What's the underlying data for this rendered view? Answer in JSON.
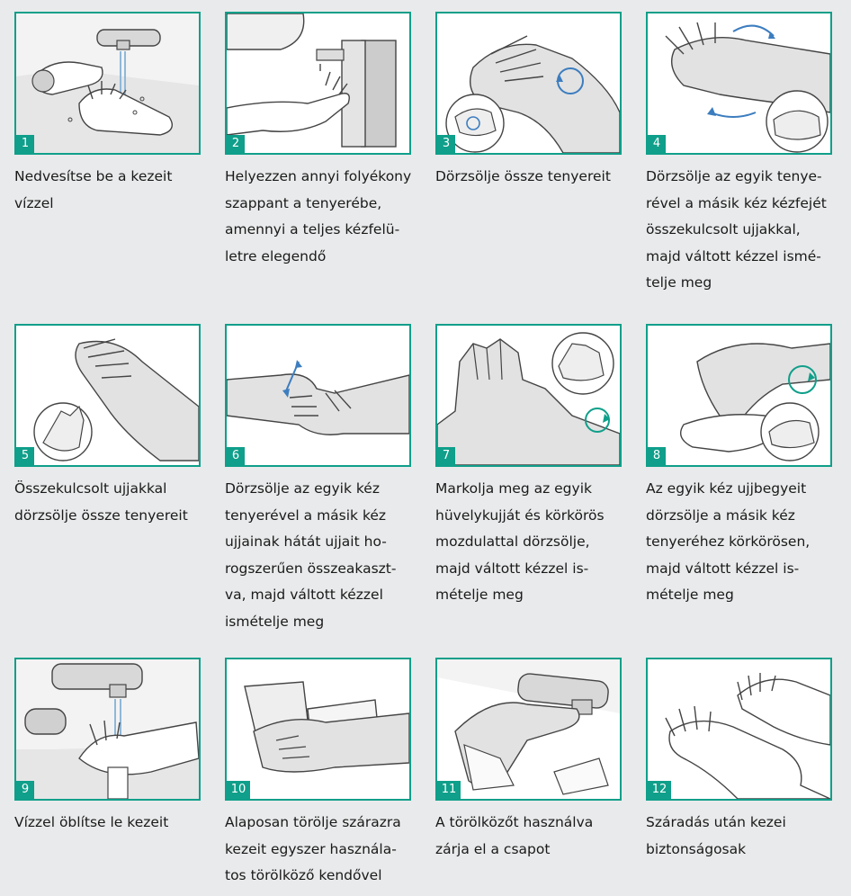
{
  "accent_color": "#0f9f8a",
  "steps": [
    {
      "number": "1",
      "illustration": "wet-hands-icon",
      "caption": "Nedvesítse be a kezeit\nvízzel"
    },
    {
      "number": "2",
      "illustration": "soap-dispenser-icon",
      "caption": "Helyezzen annyi folyékony\nszappant a tenyerébe,\namennyi a teljes kézfelü-\nletre elegendő"
    },
    {
      "number": "3",
      "illustration": "rub-palms-icon",
      "caption": "Dörzsölje össze tenyereit"
    },
    {
      "number": "4",
      "illustration": "rub-back-of-hand-icon",
      "caption": "Dörzsölje az egyik tenye-\nrével a másik kéz kézfejét\nösszekulcsolt ujjakkal,\nmajd váltott kézzel ismé-\ntelje meg"
    },
    {
      "number": "5",
      "illustration": "interlaced-fingers-icon",
      "caption": "Összekulcsolt ujjakkal\ndörzsölje össze tenyereit"
    },
    {
      "number": "6",
      "illustration": "hooked-fingers-icon",
      "caption": "Dörzsölje az egyik kéz\ntenyerével a másik kéz\nujjainak hátát ujjait ho-\nrogszerűen összeakaszt-\nva, majd váltott kézzel\nismételje meg"
    },
    {
      "number": "7",
      "illustration": "thumb-rub-icon",
      "caption": "Markolja meg az egyik\nhüvelykujját és körkörös\nmozdulattal dörzsölje,\nmajd váltott kézzel is-\nmételje meg"
    },
    {
      "number": "8",
      "illustration": "fingertips-rub-icon",
      "caption": "Az egyik kéz ujjbegyeit\ndörzsölje a másik kéz\ntenyeréhez körkörösen,\nmajd váltott kézzel is-\nmételje meg"
    },
    {
      "number": "9",
      "illustration": "rinse-hands-icon",
      "caption": "Vízzel öblítse le kezeit"
    },
    {
      "number": "10",
      "illustration": "towel-dry-icon",
      "caption": "Alaposan törölje szárazra\nkezeit egyszer használa-\ntos törölköző kendővel"
    },
    {
      "number": "11",
      "illustration": "close-tap-icon",
      "caption": "A törölközőt használva\nzárja el a csapot"
    },
    {
      "number": "12",
      "illustration": "safe-hands-icon",
      "caption": "Száradás után kezei\nbiztonságosak"
    }
  ]
}
